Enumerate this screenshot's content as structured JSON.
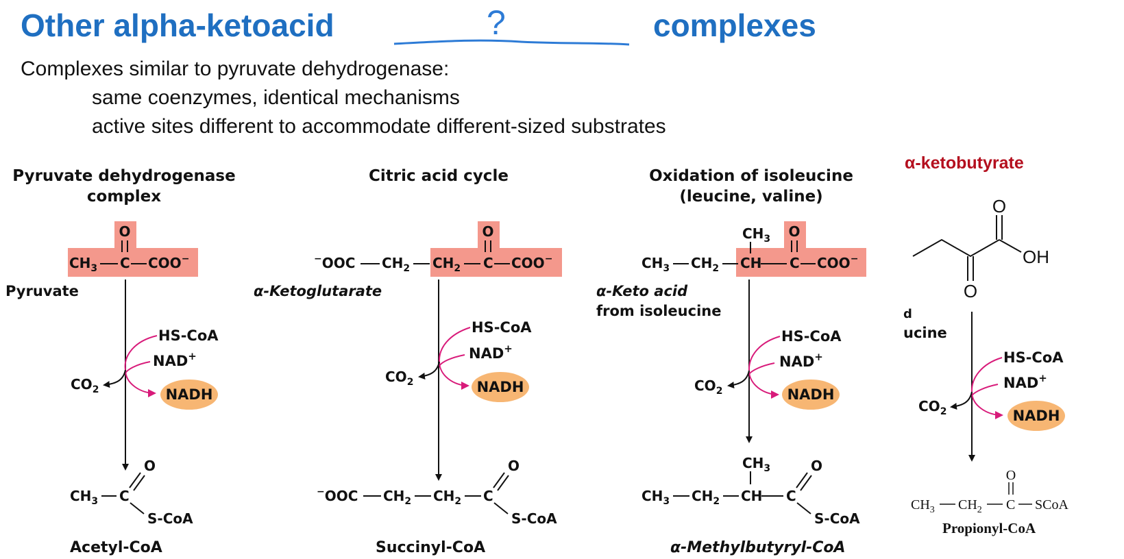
{
  "header": {
    "title_left": "Other alpha-ketoacid",
    "blank_mark": "?",
    "title_right": "complexes"
  },
  "intro": {
    "line1": "Complexes similar to pyruvate dehydrogenase:",
    "line2": "same coenzymes, identical mechanisms",
    "line3": "active sites different to accommodate different-sized substrates"
  },
  "colors": {
    "title": "#1f6fc1",
    "highlight": "#f4988c",
    "nadh_fill": "#f7b673",
    "cofactor_arrow": "#d81b7a",
    "red_label": "#b40f1e"
  },
  "panels": [
    {
      "heading1": "Pyruvate dehydrogenase",
      "heading2": "complex",
      "substrate_name": "Pyruvate",
      "product_name": "Acetyl-CoA"
    },
    {
      "heading1": "Citric acid cycle",
      "substrate_name": "α-Ketoglutarate",
      "product_name": "Succinyl-CoA"
    },
    {
      "heading1": "Oxidation of isoleucine",
      "heading2": "(leucine,  valine)",
      "substrate_name1": "α-Keto acid",
      "substrate_name2": "from isoleucine",
      "product_name": "α-Methylbutyryl-CoA"
    },
    {
      "heading_red": "α-ketobutyrate",
      "partial1": "d",
      "partial2": "ucine",
      "product_name": "Propionyl-CoA"
    }
  ],
  "labels": {
    "hscoa": "HS-CoA",
    "nad": "NAD",
    "nad_sup": "+",
    "nadh": "NADH",
    "co2": "CO",
    "sub2": "2",
    "sub3": "3",
    "O": "O",
    "OH": "OH",
    "ch3": "CH",
    "ch2": "CH",
    "ch": "CH",
    "c": "C",
    "coo": "COO",
    "minus": "−",
    "ooc": "OOC",
    "scoa": "S-CoA",
    "scoa_serif": "SCoA"
  }
}
